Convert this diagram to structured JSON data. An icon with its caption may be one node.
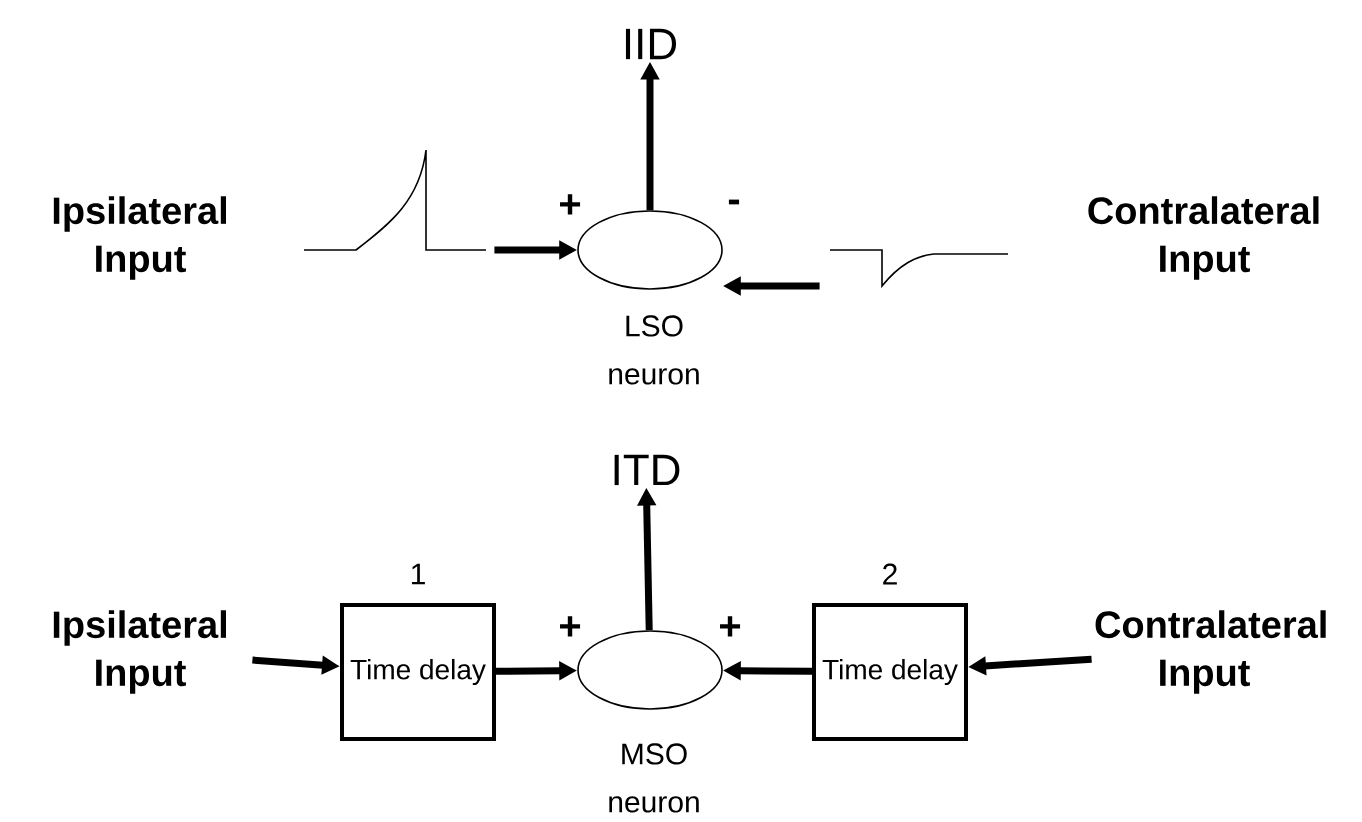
{
  "diagram": {
    "nodes": [
      {
        "text": [],
        "shape": "ellipse",
        "beside": [
          "+",
          "-",
          "LSO neuron"
        ]
      },
      {
        "text": [
          "IID"
        ]
      },
      {
        "text": [],
        "shape": "picture"
      },
      {
        "text": [],
        "shape": "picture"
      },
      {
        "text": [
          "Ipsilateral Input"
        ]
      },
      {
        "text": [
          "Time delay"
        ],
        "beside": [
          "1"
        ]
      },
      {
        "text": [],
        "shape": "ellipse",
        "beside": [
          "+",
          "+",
          "MSO neuron"
        ]
      },
      {
        "text": [
          "ITD"
        ]
      },
      {
        "text": [
          "Time delay"
        ],
        "beside": [
          "2"
        ]
      },
      {
        "text": [
          "Contralateral Input"
        ]
      }
    ],
    "edges": [
      {
        "from": 0,
        "to": 1,
        "arrow": "to"
      },
      {
        "from": 2,
        "to": 0,
        "arrow": "to"
      },
      {
        "from": 3,
        "to": 0,
        "arrow": "to"
      },
      {
        "from": 4,
        "to": 5,
        "arrow": "to"
      },
      {
        "from": 5,
        "to": 6,
        "arrow": "to"
      },
      {
        "from": 6,
        "to": 7,
        "arrow": "to"
      },
      {
        "from": 8,
        "to": 6,
        "arrow": "to"
      },
      {
        "from": 9,
        "to": 8,
        "arrow": "to"
      }
    ],
    "labels": [
      "Ipsilateral Input",
      "Contralateral Input"
    ]
  }
}
